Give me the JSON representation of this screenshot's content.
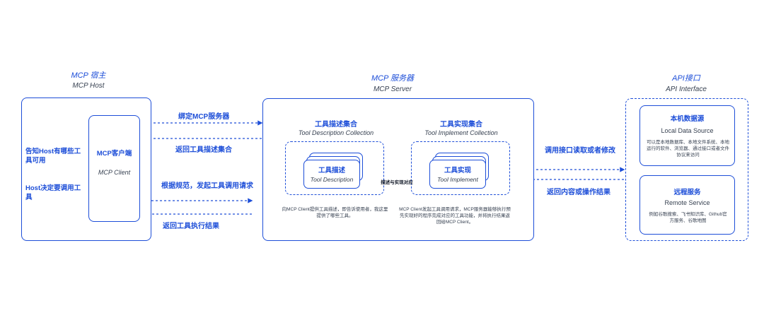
{
  "host": {
    "title_zh": "MCP 宿主",
    "title_en": "MCP Host",
    "client_zh": "MCP客户端",
    "client_en": "MCP Client",
    "left_label_1": "告知Host有哪些工具可用",
    "left_label_2": "Host决定要调用工具"
  },
  "server": {
    "title_zh": "MCP 服务器",
    "title_en": "MCP Server",
    "desc_collection_zh": "工具描述集合",
    "desc_collection_en": "Tool Description Collection",
    "impl_collection_zh": "工具实现集合",
    "impl_collection_en": "Tool Implement Collection",
    "desc_card_zh": "工具描述",
    "desc_card_en": "Tool Description",
    "impl_card_zh": "工具实现",
    "impl_card_en": "Tool Implement",
    "mapping_label": "描述与实现对应",
    "desc_note": "向MCP Client提供工具描述，即告诉使用者，我这里提供了哪些工具。",
    "impl_note": "MCP Client发起工具调用请求，MCP服务器能够执行预先实现好的程序完成对应的工具功能，并将执行结果返回给MCP Client。"
  },
  "arrows": {
    "bind_server": "绑定MCP服务器",
    "return_desc": "返回工具描述集合",
    "invoke_tool": "根据规范，发起工具调用请求",
    "return_result": "返回工具执行结果",
    "call_api": "调用接口读取或者修改",
    "return_content": "返回内容或操作结果"
  },
  "api": {
    "title_zh": "API接口",
    "title_en": "API Interface",
    "local_zh": "本机数据源",
    "local_en": "Local Data Source",
    "local_note": "可以是本地数据库、本地文件系统、本地运行的软件、浏览器、通过接口或者文件协议来访问",
    "remote_zh": "远程服务",
    "remote_en": "Remote Service",
    "remote_note": "例如谷歌搜索、飞书知识库、Github官方服务、谷歌地图"
  },
  "colors": {
    "accent": "#1d4ed8"
  }
}
